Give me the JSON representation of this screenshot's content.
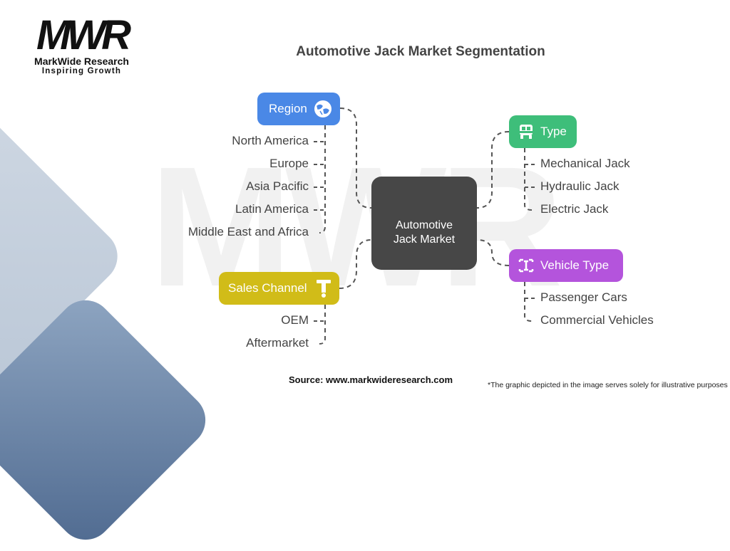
{
  "brand": {
    "logo_mark": "MWR",
    "name": "MarkWide Research",
    "tagline": "Inspiring Growth",
    "watermark": "MWR"
  },
  "title": "Automotive Jack Market Segmentation",
  "center": {
    "line1": "Automotive",
    "line2": "Jack Market",
    "color": "#474747"
  },
  "segments": {
    "region": {
      "label": "Region",
      "icon": "globe-icon",
      "color": "#4a88e6",
      "items": [
        "North America",
        "Europe",
        "Asia Pacific",
        "Latin America",
        "Middle East and Africa"
      ]
    },
    "type": {
      "label": "Type",
      "icon": "vehicle-front-icon",
      "color": "#3ebe7a",
      "items": [
        "Mechanical Jack",
        "Hydraulic Jack",
        "Electric Jack"
      ]
    },
    "vehicle_type": {
      "label": "Vehicle Type",
      "icon": "frame-corners-icon",
      "color": "#b454dc",
      "items": [
        "Passenger Cars",
        "Commercial Vehicles"
      ]
    },
    "sales_channel": {
      "label": "Sales Channel",
      "icon": "t-jack-icon",
      "color": "#d1bc18",
      "items": [
        "OEM",
        "Aftermarket"
      ]
    }
  },
  "footer": {
    "source": "Source: www.markwideresearch.com",
    "disclaimer": "*The graphic depicted in the image serves solely for illustrative purposes"
  }
}
